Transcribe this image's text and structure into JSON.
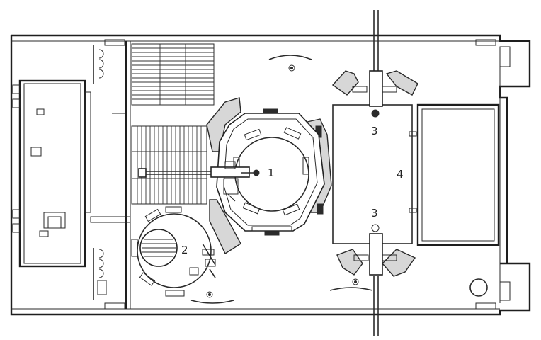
{
  "labels": {
    "turret": "1",
    "commander_station": "2",
    "weapon_front": "3",
    "weapon_rear": "3",
    "hatch_panel": "4"
  },
  "colors": {
    "ink": "#2a2a2a",
    "shading": "#d7d7d7",
    "paper": "#ffffff"
  }
}
